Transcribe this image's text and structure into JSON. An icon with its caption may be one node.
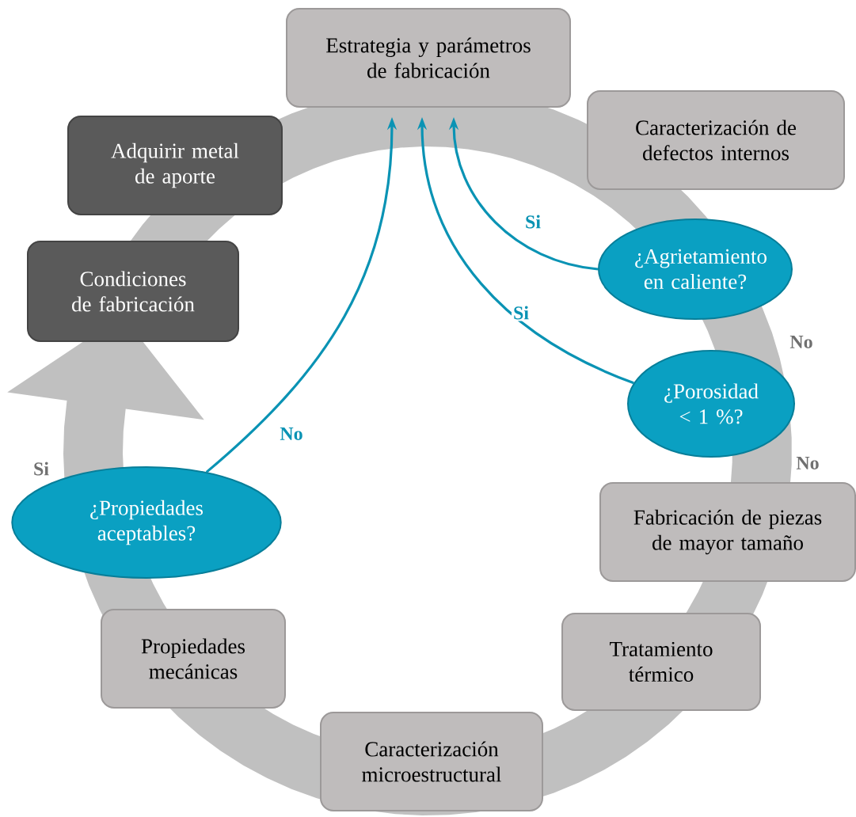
{
  "diagram": {
    "nodes": [
      {
        "text": [
          "Estrategia y parámetros de fabricación"
        ]
      },
      {
        "text": [
          "Adquirir metal de aporte"
        ]
      },
      {
        "text": [
          "Caracterización de defectos internos"
        ]
      },
      {
        "text": [
          "Condiciones de fabricación"
        ]
      },
      {
        "text": [
          "¿Agrietamiento en caliente?"
        ]
      },
      {
        "text": [
          "¿Porosidad < 1 %?"
        ]
      },
      {
        "text": [
          "¿Propiedades aceptables?"
        ]
      },
      {
        "text": [
          "Fabricación de piezas de mayor tamaño"
        ]
      },
      {
        "text": [
          "Propiedades mecánicas"
        ]
      },
      {
        "text": [
          "Tratamiento térmico"
        ]
      },
      {
        "text": [
          "Caracterización microestructural"
        ]
      }
    ],
    "edges": [
      {
        "from": 4,
        "to": 0,
        "arrow": "to",
        "label": "Si"
      },
      {
        "from": 5,
        "to": 0,
        "arrow": "to",
        "label": "Si"
      },
      {
        "from": 6,
        "to": 0,
        "arrow": "to",
        "label": "No"
      }
    ],
    "labels": [
      "No",
      "No",
      "Si"
    ]
  }
}
